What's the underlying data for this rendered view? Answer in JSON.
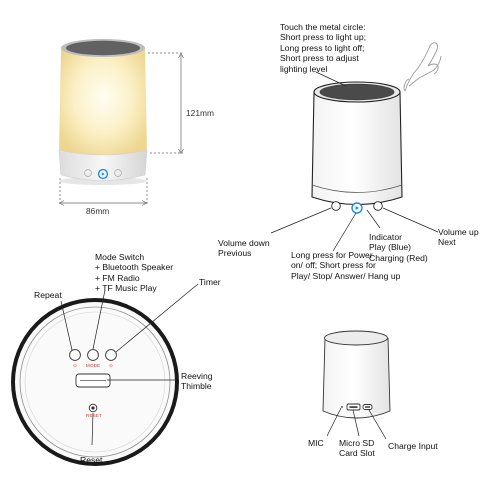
{
  "dimensions": {
    "height": "121mm",
    "width": "86mm"
  },
  "top_callout": {
    "lines": [
      "Touch the metal circle:",
      "Short press to light up;",
      "Long press to light off;",
      "Short press to adjust",
      "lighting level"
    ]
  },
  "controls": {
    "volume_down": [
      "Volume down",
      "Previous"
    ],
    "power": [
      "Long press for Power",
      "on/ off; Short press for",
      "Play/ Stop/ Answer/ Hang up"
    ],
    "indicator": [
      "Indicator",
      "Play (Blue)",
      "Charging (Red)"
    ],
    "volume_up": [
      "Volume up",
      "Next"
    ]
  },
  "bottom_view": {
    "mode_switch": [
      "Mode Switch",
      "+ Bluetooth Speaker",
      "+ FM Radio",
      "+ TF Music Play"
    ],
    "repeat": "Repeat",
    "timer": "Timer",
    "reeving": [
      "Reeving",
      "Thimble"
    ],
    "reset": "Reset",
    "button_marks": {
      "mode": "MODE",
      "reset": "RESET"
    }
  },
  "ports": {
    "mic": "MIC",
    "micro_sd": [
      "Micro SD",
      "Card Slot"
    ],
    "charge": "Charge Input"
  },
  "colors": {
    "led_blue": "#1e88e5",
    "glow": "#f7e7a8",
    "red_mark": "#c0392b",
    "outline": "#222222"
  }
}
